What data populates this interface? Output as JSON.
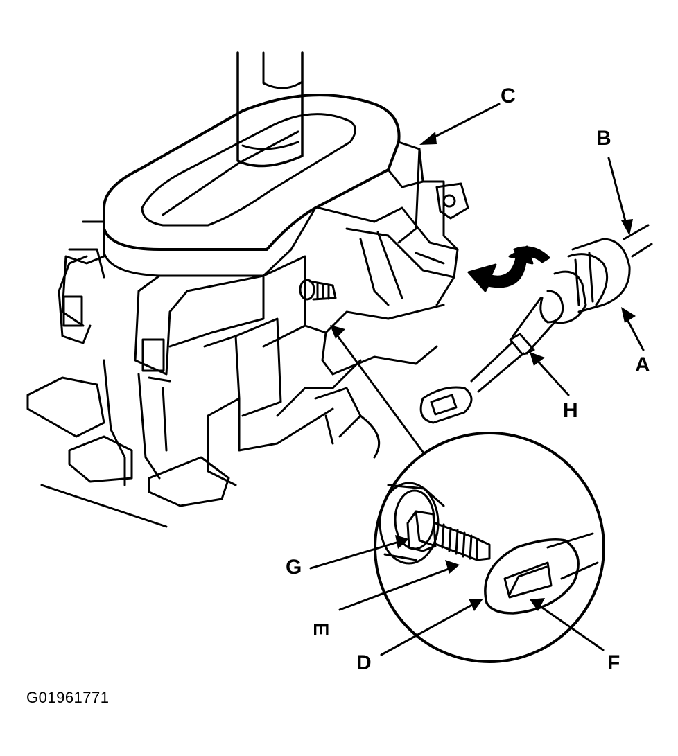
{
  "labels": {
    "a": "A",
    "b": "B",
    "c": "C",
    "d": "D",
    "e": "E",
    "f": "F",
    "g": "G",
    "h": "H"
  },
  "figure_id": "G01961771",
  "colors": {
    "ink": "#000000",
    "paper": "#ffffff"
  }
}
